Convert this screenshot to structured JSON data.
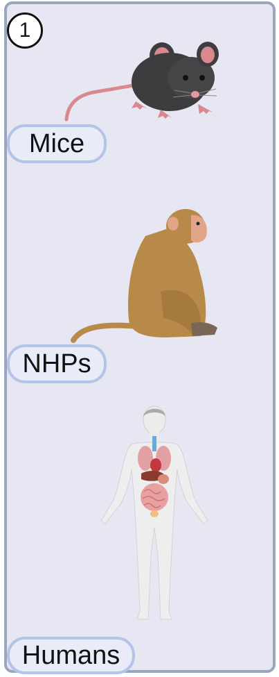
{
  "step": {
    "number": "1"
  },
  "labels": {
    "mice": "Mice",
    "nhps": "NHPs",
    "humans": "Humans"
  },
  "icons": {
    "mouse": "mouse-icon",
    "monkey": "monkey-icon",
    "human": "human-anatomy-icon"
  },
  "colors": {
    "panel_bg": "#e6e7f2",
    "panel_border": "#9aa5be",
    "pill_border": "#b4c4e6",
    "mouse_body": "#3d3d3f",
    "mouse_pink": "#d9888d",
    "monkey_fur": "#b88a4a",
    "human_body": "#eeeeee"
  }
}
